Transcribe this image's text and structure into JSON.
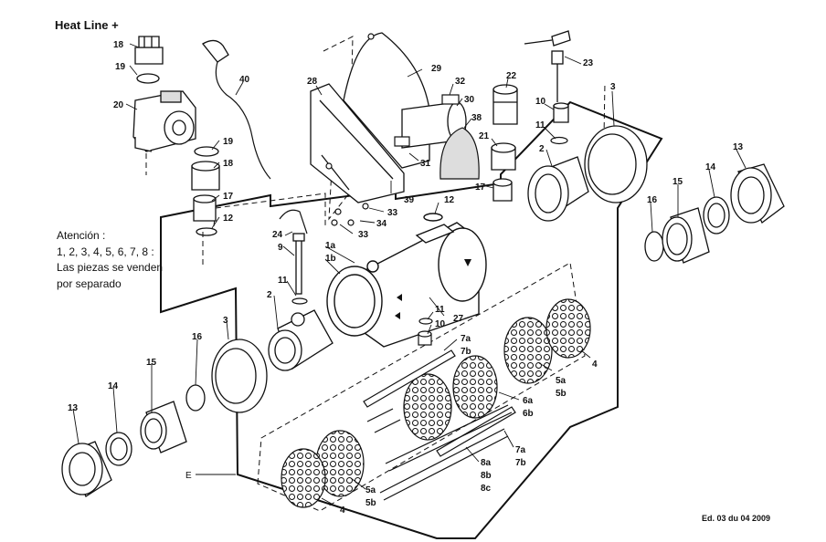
{
  "title": "Heat Line +",
  "note": {
    "line1": "Atención :",
    "line2": "1, 2, 3, 4, 5, 6, 7, 8 :",
    "line3": "Las piezas se venden",
    "line4": "por separado"
  },
  "edition": "Ed. 03 du 04 2009",
  "assembly_letter": "E",
  "callouts": {
    "c18a": "18",
    "c19a": "19",
    "c20": "20",
    "c40": "40",
    "c19b": "19",
    "c18b": "18",
    "c17a": "17",
    "c12a": "12",
    "c28": "28",
    "c29": "29",
    "c32": "32",
    "c30": "30",
    "c38": "38",
    "c31": "31",
    "c39": "39",
    "c33a": "33",
    "c34": "34",
    "c33b": "33",
    "c22": "22",
    "c21": "21",
    "c17b": "17",
    "c12b": "12",
    "c23": "23",
    "c10a": "10",
    "c11a": "11",
    "c2a": "2",
    "c3a": "3",
    "c13a": "13",
    "c14a": "14",
    "c15a": "15",
    "c16a": "16",
    "c24": "24",
    "c9": "9",
    "c11b": "11",
    "c1a": "1a",
    "c1b": "1b",
    "c2b": "2",
    "c3b": "3",
    "c16b": "16",
    "c15b": "15",
    "c14b": "14",
    "c13b": "13",
    "c27": "27",
    "c11c": "11",
    "c10b": "10",
    "c7a1": "7a",
    "c7b1": "7b",
    "c5a1": "5a",
    "c5b1": "5b",
    "c4a": "4",
    "c6a": "6a",
    "c6b": "6b",
    "c7a2": "7a",
    "c7b2": "7b",
    "c8a": "8a",
    "c8b": "8b",
    "c8c": "8c",
    "c5a2": "5a",
    "c5b2": "5b",
    "c4b": "4"
  }
}
